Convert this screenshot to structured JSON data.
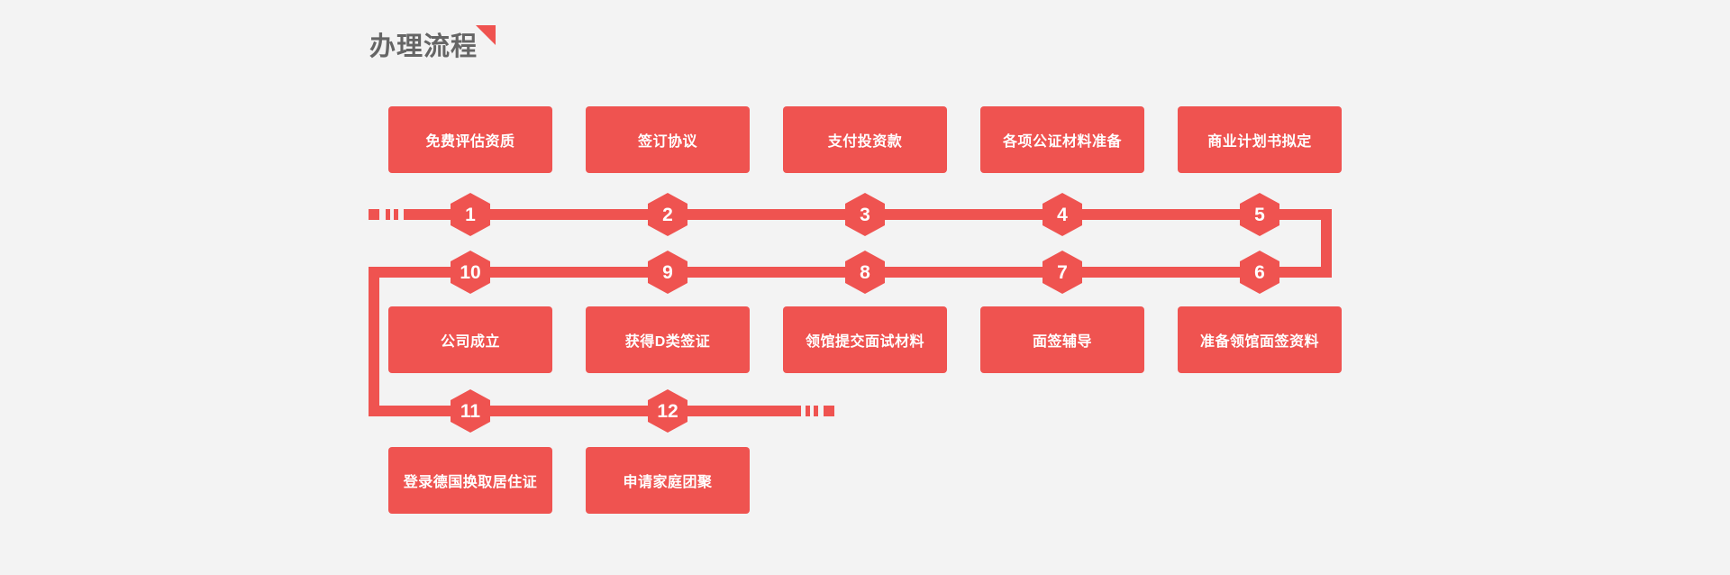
{
  "header": {
    "title": "办理流程",
    "flag_color": "#ef5350",
    "title_color": "#656565"
  },
  "theme": {
    "background": "#f3f3f3",
    "accent": "#ef5350",
    "box_text": "#ffffff"
  },
  "flow": {
    "row1_boxes": [
      {
        "step": "1",
        "label": "免费评估资质"
      },
      {
        "step": "2",
        "label": "签订协议"
      },
      {
        "step": "3",
        "label": "支付投资款"
      },
      {
        "step": "4",
        "label": "各项公证材料准备"
      },
      {
        "step": "5",
        "label": "商业计划书拟定"
      }
    ],
    "row1_nodes": [
      "1",
      "2",
      "3",
      "4",
      "5"
    ],
    "row2_nodes": [
      "10",
      "9",
      "8",
      "7",
      "6"
    ],
    "row2_boxes": [
      {
        "step": "10",
        "label": "公司成立"
      },
      {
        "step": "9",
        "label": "获得D类签证"
      },
      {
        "step": "8",
        "label": "领馆提交面试材料"
      },
      {
        "step": "7",
        "label": "面签辅导"
      },
      {
        "step": "6",
        "label": "准备领馆面签资料"
      }
    ],
    "row3_nodes": [
      "11",
      "12"
    ],
    "row3_boxes": [
      {
        "step": "11",
        "label": "登录德国换取居住证"
      },
      {
        "step": "12",
        "label": "申请家庭团聚"
      }
    ]
  }
}
